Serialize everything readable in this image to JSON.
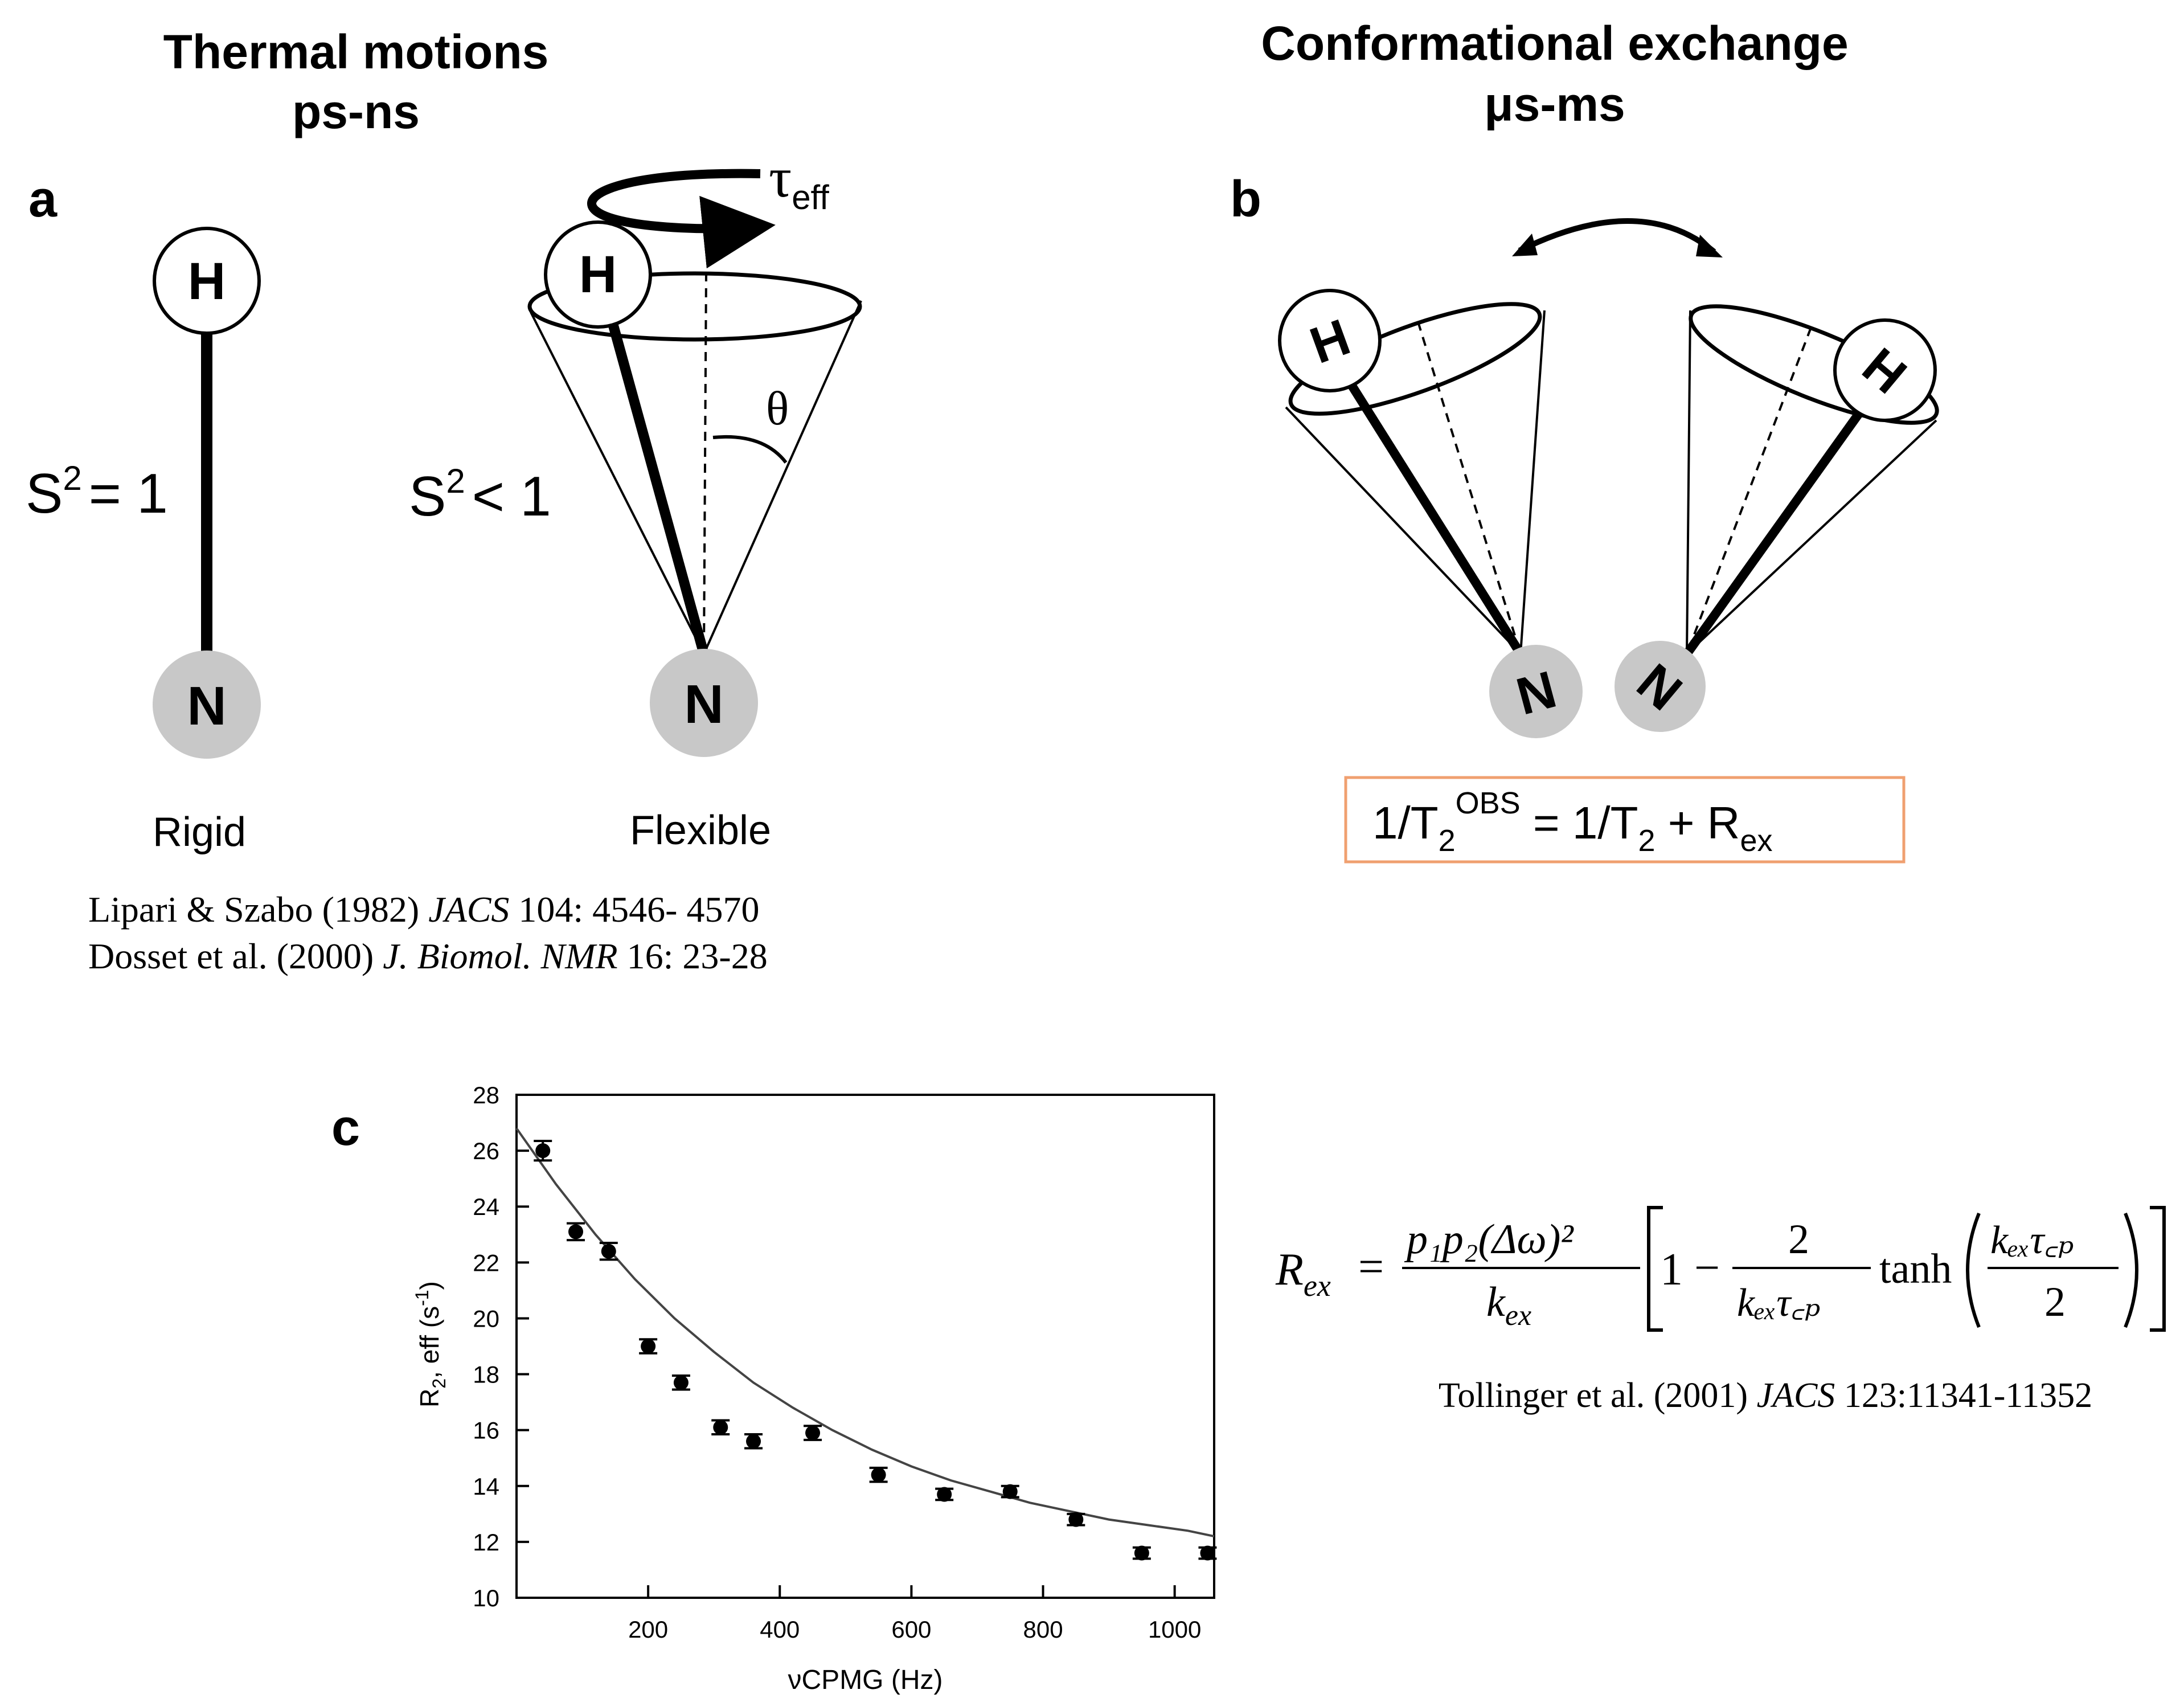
{
  "panel_a": {
    "title": "Thermal motions",
    "subtitle": "ps-ns",
    "label": "a",
    "atom_h": "H",
    "atom_n": "N",
    "rigid_param": "S",
    "rigid_exp": "2",
    "rigid_rel": "= 1",
    "flex_param": "S",
    "flex_exp": "2",
    "flex_rel": "< 1",
    "theta": "θ",
    "tau": "τ",
    "tau_sub": "eff",
    "rigid_caption": "Rigid",
    "flex_caption": "Flexible",
    "ref1_pre": "Lipari & Szabo (1982) ",
    "ref1_journal": "JACS",
    "ref1_post": " 104: 4546- 4570",
    "ref2_pre": "Dosset et al. (2000) ",
    "ref2_journal": "J. Biomol. NMR",
    "ref2_post": " 16: 23-28"
  },
  "panel_b": {
    "title": "Conformational exchange",
    "subtitle": "μs-ms",
    "label": "b",
    "atom_h": "H",
    "atom_n": "N",
    "eq_1": "1/T",
    "eq_sub2a": "2",
    "eq_sup": "OBS",
    "eq_mid": " = 1/T",
    "eq_sub2b": "2",
    "eq_plus": " + R",
    "eq_sub_ex": "ex",
    "box_color": "#f0a070"
  },
  "panel_c": {
    "label": "c",
    "eq_lhs": "R",
    "eq_lhs_sub": "ex",
    "eq_equals": "=",
    "eq_num": "p₁p₂(Δω)²",
    "eq_den": "k",
    "eq_den_sub": "ex",
    "eq_one": "1",
    "eq_minus": "−",
    "eq_two": "2",
    "eq_kex_tcp": "kₑₓτ꜀ₚ",
    "eq_tanh": "tanh",
    "ref_pre": "Tollinger et al. (2001) ",
    "ref_journal": "JACS",
    "ref_post": " 123:11341-11352"
  },
  "chart_data": {
    "type": "scatter",
    "xlabel": "νCPMG (Hz)",
    "ylabel_main": "R",
    "ylabel_sub": "2",
    "ylabel_mid": ", eff (s",
    "ylabel_sup": "-1",
    "ylabel_end": ")",
    "xlim": [
      0,
      1060
    ],
    "ylim": [
      10,
      28
    ],
    "xticks": [
      200,
      400,
      600,
      800,
      1000
    ],
    "yticks": [
      10,
      12,
      14,
      16,
      18,
      20,
      22,
      24,
      26,
      28
    ],
    "grid": false,
    "series": [
      {
        "x": [
          40,
          90,
          140,
          200,
          250,
          310,
          360,
          450,
          550,
          650,
          750,
          850,
          950,
          1050
        ],
        "y": [
          26.0,
          23.1,
          22.4,
          19.0,
          17.7,
          16.1,
          15.6,
          15.9,
          14.4,
          13.7,
          13.8,
          12.8,
          11.6,
          11.6
        ],
        "err": [
          0.35,
          0.3,
          0.3,
          0.25,
          0.25,
          0.25,
          0.25,
          0.25,
          0.25,
          0.2,
          0.2,
          0.2,
          0.2,
          0.2
        ]
      }
    ],
    "fit": {
      "type": "exponential-decay",
      "x": [
        0,
        60,
        120,
        180,
        240,
        300,
        360,
        420,
        480,
        540,
        600,
        660,
        720,
        780,
        840,
        900,
        960,
        1020,
        1060
      ],
      "y": [
        26.8,
        24.8,
        23.0,
        21.4,
        20.0,
        18.8,
        17.7,
        16.8,
        16.0,
        15.3,
        14.7,
        14.2,
        13.8,
        13.4,
        13.1,
        12.8,
        12.6,
        12.4,
        12.2
      ]
    }
  }
}
